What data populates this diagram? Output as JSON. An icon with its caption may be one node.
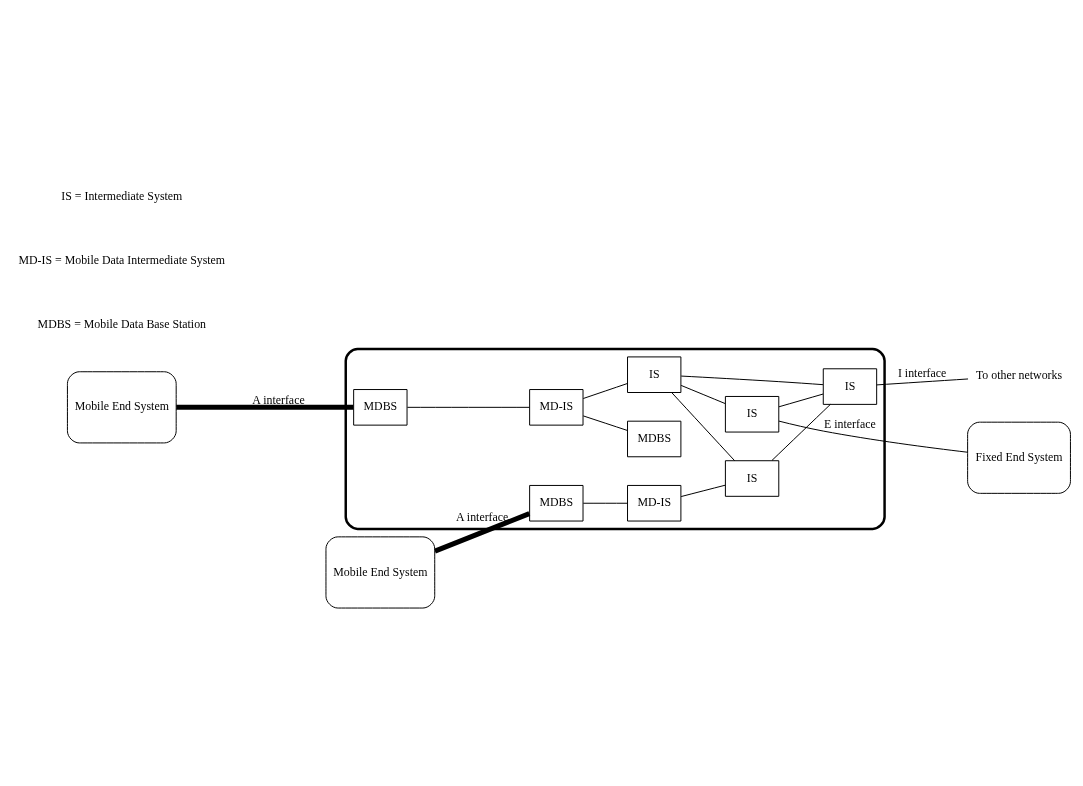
{
  "diagram": {
    "nodes": [
      {
        "text": [
          "Mobile End System"
        ]
      },
      {
        "text": [
          "Fixed End System"
        ]
      },
      {
        "text": [],
        "shape": "ellipse"
      },
      {
        "text": [
          "MDBS"
        ],
        "in": 2
      },
      {
        "text": [
          "MD-IS"
        ],
        "in": 2
      },
      {
        "text": [
          "IS"
        ],
        "in": 2
      },
      {
        "text": [
          "IS"
        ],
        "in": 2
      },
      {
        "text": [
          "MDBS"
        ],
        "in": 2
      },
      {
        "text": [
          "MDBS"
        ],
        "in": 2
      },
      {
        "text": [
          "MD-IS"
        ],
        "in": 2
      },
      {
        "text": [
          "IS"
        ],
        "in": 2
      },
      {
        "text": [
          "IS"
        ],
        "in": 2
      },
      {
        "text": [
          "Mobile End System"
        ]
      },
      {
        "text": [
          "To other networks"
        ]
      }
    ],
    "edges": [
      {
        "from": 0,
        "to": 3,
        "arrow": "none",
        "label": "A interface",
        "style": "thick"
      },
      {
        "from": 3,
        "to": 4,
        "arrow": "none"
      },
      {
        "from": 4,
        "to": 5,
        "arrow": "none"
      },
      {
        "from": 5,
        "to": 6,
        "arrow": "none"
      },
      {
        "from": 4,
        "to": 7,
        "arrow": "none"
      },
      {
        "from": 8,
        "to": 9,
        "arrow": "none"
      },
      {
        "from": 9,
        "to": 10,
        "arrow": "none"
      },
      {
        "from": 10,
        "to": 11,
        "arrow": "none"
      },
      {
        "from": 5,
        "to": 10,
        "arrow": "none"
      },
      {
        "from": 5,
        "to": 11,
        "arrow": "none"
      },
      {
        "from": 6,
        "to": 11,
        "arrow": "none"
      },
      {
        "from": 6,
        "to": 1,
        "arrow": "none",
        "label": "E interface"
      },
      {
        "from": 11,
        "to": 13,
        "arrow": "none",
        "label": "I interface"
      },
      {
        "from": 12,
        "to": 8,
        "arrow": "none",
        "label": "A interface",
        "style": "thick"
      }
    ],
    "labels": [
      "MDBS = Mobile Data Base Station",
      "MD-IS = Mobile Data Intermediate System",
      "IS = Intermediate System"
    ]
  }
}
